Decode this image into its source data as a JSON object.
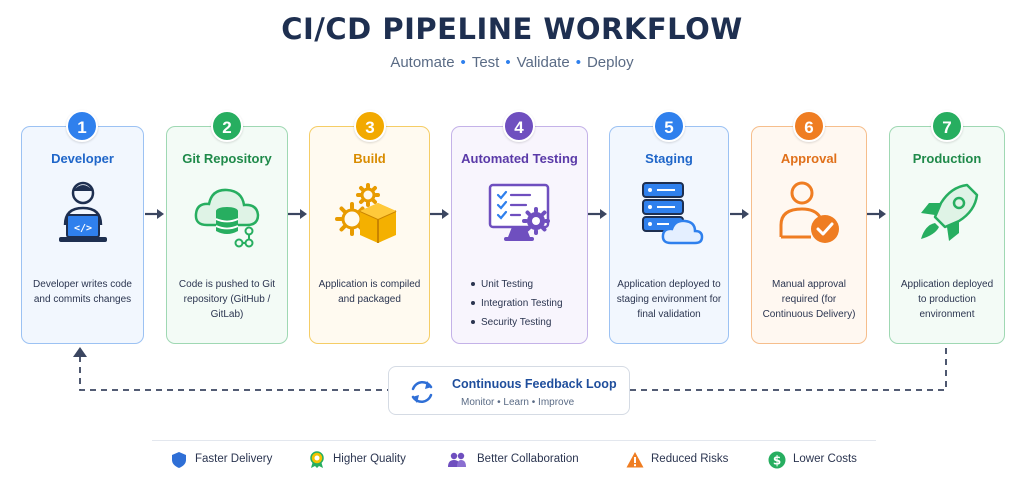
{
  "title": "CI/CD PIPELINE WORKFLOW",
  "subtitle": [
    "Automate",
    "Test",
    "Validate",
    "Deploy"
  ],
  "stages": [
    {
      "number": "1",
      "name": "Developer",
      "color": "#2f80ed",
      "desc": "Developer writes code and commits changes",
      "icon": "developer-laptop-icon"
    },
    {
      "number": "2",
      "name": "Git Repository",
      "color": "#27ae60",
      "desc": "Code is pushed to Git repository (GitHub / GitLab)",
      "icon": "cloud-database-icon"
    },
    {
      "number": "3",
      "name": "Build",
      "color": "#f2a900",
      "desc": "Application is compiled and packaged",
      "icon": "gears-box-icon"
    },
    {
      "number": "4",
      "name": "Automated Testing",
      "color": "#6f4fbf",
      "items": [
        "Unit Testing",
        "Integration Testing",
        "Security Testing"
      ],
      "icon": "monitor-checklist-icon"
    },
    {
      "number": "5",
      "name": "Staging",
      "color": "#2f80ed",
      "desc": "Application deployed to staging environment for final validation",
      "icon": "server-cloud-icon"
    },
    {
      "number": "6",
      "name": "Approval",
      "color": "#ef7d22",
      "desc": "Manual approval required (for Continuous Delivery)",
      "icon": "person-check-icon"
    },
    {
      "number": "7",
      "name": "Production",
      "color": "#27ae60",
      "desc": "Application deployed to production environment",
      "icon": "rocket-icon"
    }
  ],
  "feedback": {
    "title": "Continuous Feedback Loop",
    "subtitle": "Monitor • Learn • Improve"
  },
  "benefits": [
    {
      "label": "Faster Delivery",
      "icon": "shield-icon",
      "color": "#2f6fd6"
    },
    {
      "label": "Higher Quality",
      "icon": "medal-icon",
      "color": "#27ae60"
    },
    {
      "label": "Better Collaboration",
      "icon": "people-icon",
      "color": "#6f4fbf"
    },
    {
      "label": "Reduced Risks",
      "icon": "warning-icon",
      "color": "#ef7d22"
    },
    {
      "label": "Lower Costs",
      "icon": "dollar-icon",
      "color": "#27ae60"
    }
  ]
}
